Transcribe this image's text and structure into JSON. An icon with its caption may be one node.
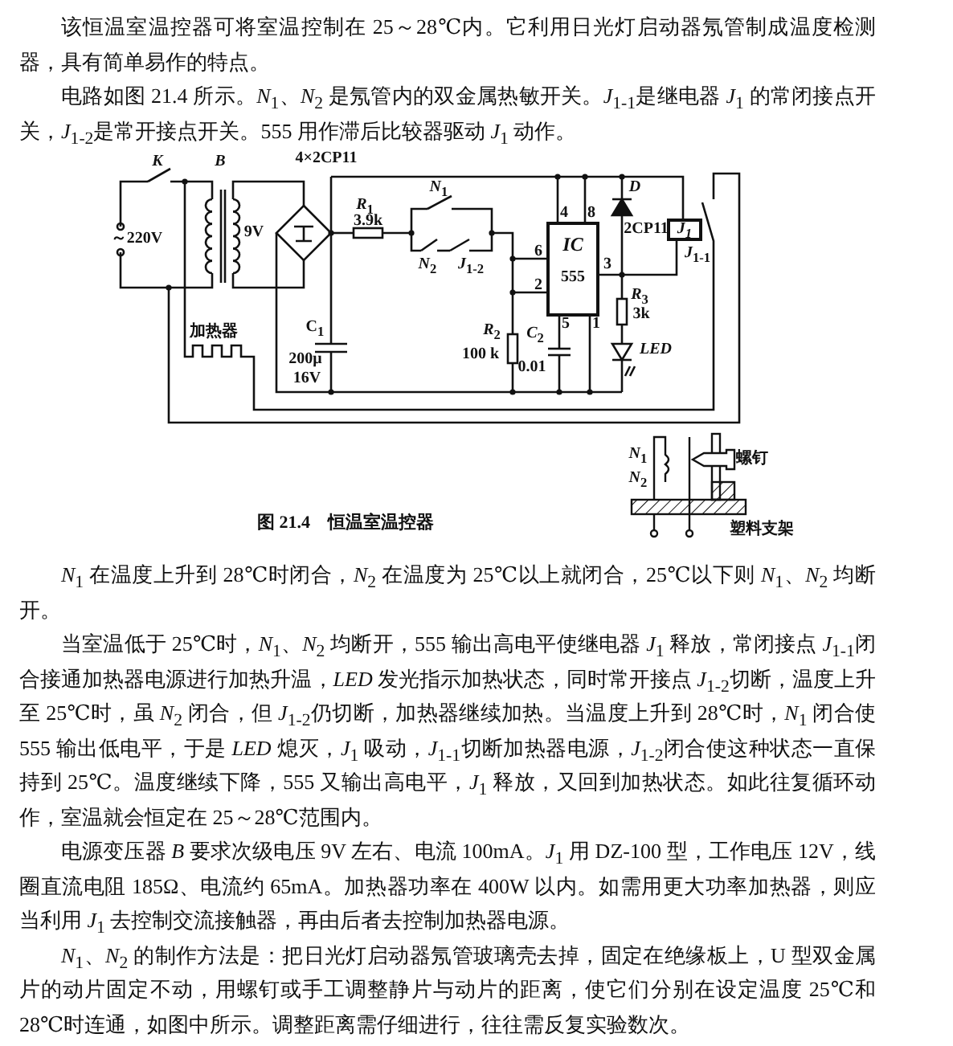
{
  "diagram": {
    "caption": "图 21.4　恒温室温控器",
    "nodes": [
      {
        "text": [
          "IC",
          "555"
        ],
        "beside": [
          "4",
          "8",
          "6",
          "2",
          "3",
          "5",
          "1"
        ]
      },
      {
        "text": [
          "*J*$_{1}$"
        ]
      }
    ],
    "edges": [
      {
        "from": 0,
        "to": 1,
        "arrow": "none"
      },
      {
        "from": 0,
        "to": 1,
        "arrow": "none"
      }
    ],
    "labels": [
      "该恒温室温控器可将室温控制在 25～28℃内。它利用日光灯启动器氖管制成温度检测器，具有简单易作的特点。",
      "电路如图 21.4 所示。*N*$_{1}$、*N*$_{2}$ 是氖管内的双金属热敏开关。*J*$_{1-1}$是继电器 *J*$_{1}$ 的常闭接点开关，*J*$_{1-2}$是常开接点开关。555 用作滞后比较器驱动 *J*$_{1}$ 动作。",
      "K",
      "B",
      "4×2CP11",
      "～220V",
      "9V",
      "*R*$_{1}$",
      "3.9k",
      "*N*$_{1}$",
      "*N*$_{2}$",
      "*J*$_{1-2}$",
      "C$_{1}$",
      "200μ",
      "16V",
      "加热器",
      "*R*$_{2}$",
      "100 k",
      "*C*$_{2}$",
      "0.01",
      "D",
      "2CP11",
      "*J*$_{1-1}$",
      "*R*$_{3}$",
      "3k",
      "LED",
      "*N*$_{1}$",
      "*N*$_{2}$",
      "螺钉",
      "塑料支架",
      "*N*$_{1}$ 在温度上升到 28℃时闭合，*N*$_{2}$ 在温度为 25℃以上就闭合，25℃以下则 *N*$_{1}$、*N*$_{2}$ 均断开。",
      "当室温低于 25℃时，*N*$_{1}$、*N*$_{2}$ 均断开，555 输出高电平使继电器 *J*$_{1}$ 释放，常闭接点 *J*$_{1-1}$闭合接通加热器电源进行加热升温，*LED* 发光指示加热状态，同时常开接点 *J*$_{1-2}$切断，温度上升至 25℃时，虽 *N*$_{2}$ 闭合，但 *J*$_{1-2}$仍切断，加热器继续加热。当温度上升到 28℃时，*N*$_{1}$ 闭合使 555 输出低电平，于是 *LED* 熄灭，*J*$_{1}$ 吸动，*J*$_{1-1}$切断加热器电源，*J*$_{1-2}$闭合使这种状态一直保持到 25℃。温度继续下降，555 又输出高电平，*J*$_{1}$ 释放，又回到加热状态。如此往复循环动作，室温就会恒定在 25～28℃范围内。",
      "电源变压器 *B* 要求次级电压 9V 左右、电流 100mA。*J*$_{1}$ 用 DZ-100 型，工作电压 12V，线圈直流电阻 185Ω、电流约 65mA。加热器功率在 400W 以内。如需用更大功率加热器，则应当利用 *J*$_{1}$ 去控制交流接触器，再由后者去控制加热器电源。",
      "*N*$_{1}$、*N*$_{2}$ 的制作方法是：把日光灯启动器氖管玻璃壳去掉，固定在绝缘板上，U 型双金属片的动片固定不动，用螺钉或手工调整静片与动片的距离，使它们分别在设定温度 25℃和 28℃时连通，如图中所示。调整距离需仔细进行，往往需反复实验数次。"
    ]
  }
}
